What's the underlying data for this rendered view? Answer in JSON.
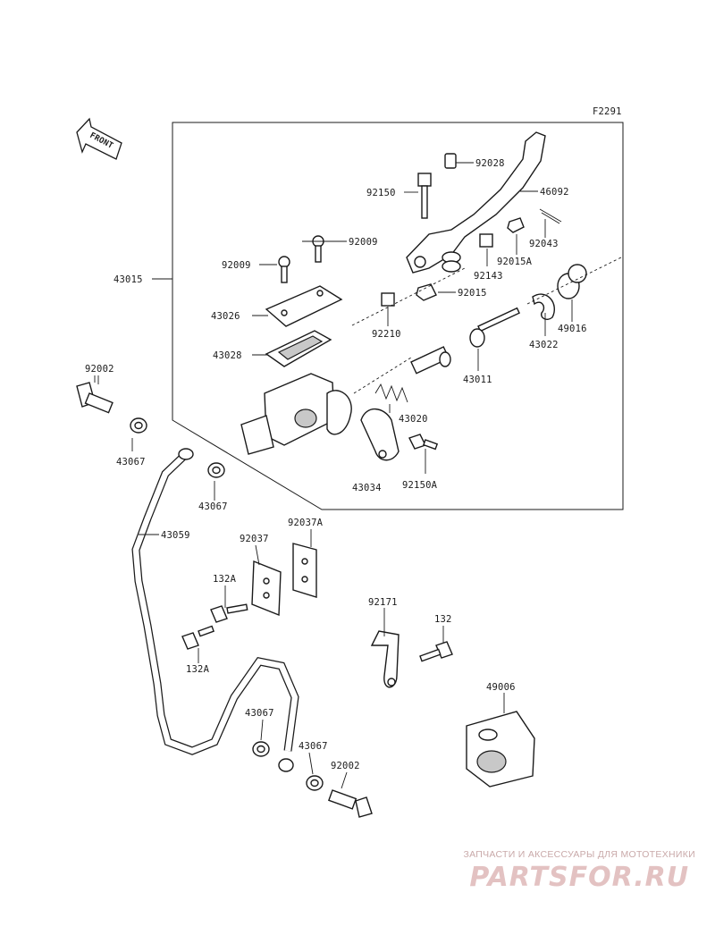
{
  "figure_code": "F2291",
  "front_label": "FRONT",
  "labels": {
    "p92028": "92028",
    "p92150": "92150",
    "p46092": "46092",
    "p92009a": "92009",
    "p92009b": "92009",
    "p43015": "43015",
    "p92043": "92043",
    "p92015A": "92015A",
    "p92143": "92143",
    "p92015": "92015",
    "p43026": "43026",
    "p92210": "92210",
    "p49016": "49016",
    "p43022": "43022",
    "p43028": "43028",
    "p43011": "43011",
    "p92002a": "92002",
    "p43020": "43020",
    "p43067a": "43067",
    "p43034": "43034",
    "p92150A": "92150A",
    "p43067b": "43067",
    "p92037A": "92037A",
    "p43059": "43059",
    "p92037": "92037",
    "p132Aa": "132A",
    "p132Ab": "132A",
    "p92171": "92171",
    "p132": "132",
    "p49006": "49006",
    "p43067c": "43067",
    "p43067d": "43067",
    "p92002b": "92002"
  },
  "watermark": {
    "tagline": "ЗАПЧАСТИ И АКСЕССУАРЫ ДЛЯ МОТОТЕХНИКИ",
    "logo": "PARTSFOR.RU"
  }
}
